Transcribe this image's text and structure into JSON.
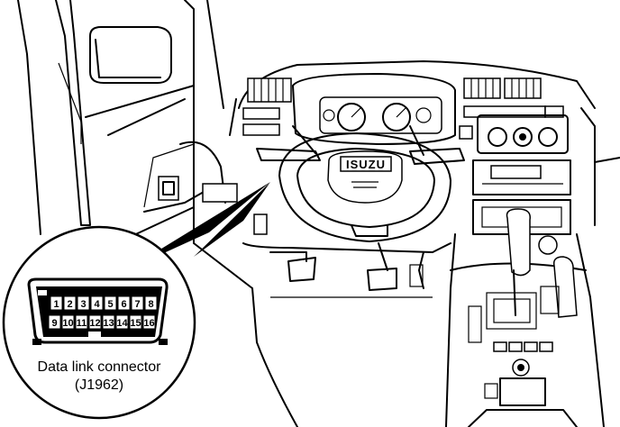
{
  "brand_logo": "ISUZU",
  "connector": {
    "pins_top": [
      "1",
      "2",
      "3",
      "4",
      "5",
      "6",
      "7",
      "8"
    ],
    "pins_bottom": [
      "9",
      "10",
      "11",
      "12",
      "13",
      "14",
      "15",
      "16"
    ],
    "caption_line1": "Data link connector",
    "caption_line2": "(J1962)"
  }
}
